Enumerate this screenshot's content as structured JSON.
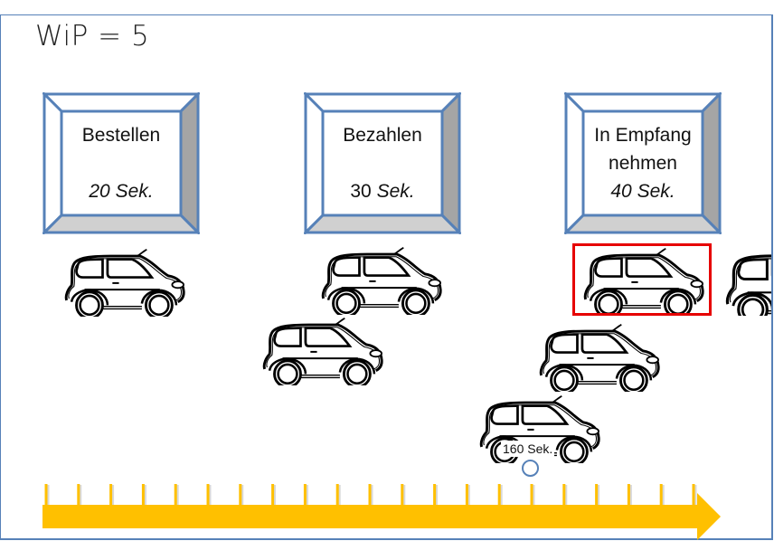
{
  "title": "WiP = 5",
  "stations": [
    {
      "name": "Bestellen",
      "time_number": "20",
      "time_unit": "Sek.",
      "number_italic": true
    },
    {
      "name": "Bezahlen",
      "time_number": "30",
      "time_unit": "Sek.",
      "number_italic": false
    },
    {
      "name": "In Empfang nehmen",
      "time_number": "40",
      "time_unit": "Sek.",
      "number_italic": true
    }
  ],
  "cars": [
    {
      "id": "car-at-bestellen",
      "highlighted": false
    },
    {
      "id": "car-at-bezahlen",
      "highlighted": false
    },
    {
      "id": "car-waiting-bezahlen",
      "highlighted": false
    },
    {
      "id": "car-at-empfang",
      "highlighted": true
    },
    {
      "id": "car-leaving",
      "highlighted": false
    },
    {
      "id": "car-waiting-empfang-1",
      "highlighted": false
    },
    {
      "id": "car-waiting-empfang-2",
      "highlighted": false
    }
  ],
  "marker": {
    "label": "160 Sek."
  },
  "timeline": {
    "tick_count": 21,
    "marker_tick_index": 15
  },
  "colors": {
    "frame": "#5681b8",
    "bevel_right": "#a5a5a5",
    "bevel_bottom": "#d0d0d0",
    "highlight": "#e60000",
    "timeline": "#ffc000"
  }
}
